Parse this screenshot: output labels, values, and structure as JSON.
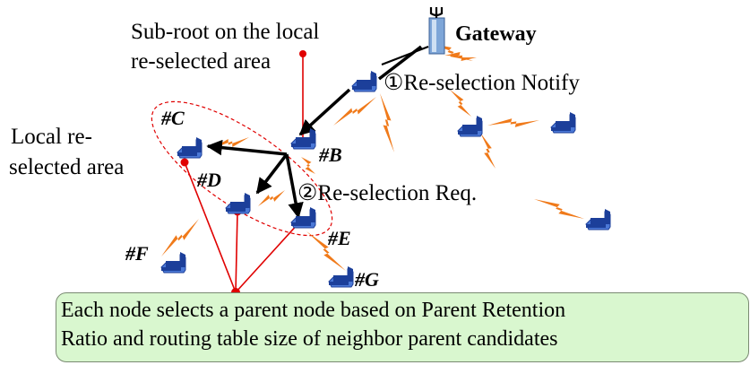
{
  "labels": {
    "subroot": [
      "Sub-root on the local",
      "re-selected area"
    ],
    "gateway": "Gateway",
    "local_area": [
      "Local re-",
      "selected area"
    ],
    "step1": "①Re-selection Notify",
    "step2": "②Re-selection Req.",
    "nodes": {
      "C": "#C",
      "B": "#B",
      "D": "#D",
      "E": "#E",
      "F": "#F",
      "G": "#G"
    }
  },
  "note": {
    "line1": "Each node selects a parent node based on Parent Retention",
    "line2": "Ratio and routing table size of neighbor parent candidates"
  },
  "colors": {
    "link": "#f07a1a",
    "node_top": "#4b78d6",
    "node_side": "#1c3f9a",
    "arrow": "#000000",
    "red": "#e00000",
    "note_bg": "#d9f7cf"
  },
  "icons": {
    "gateway": "antenna-tower-icon",
    "node": "sensor-node-icon"
  }
}
